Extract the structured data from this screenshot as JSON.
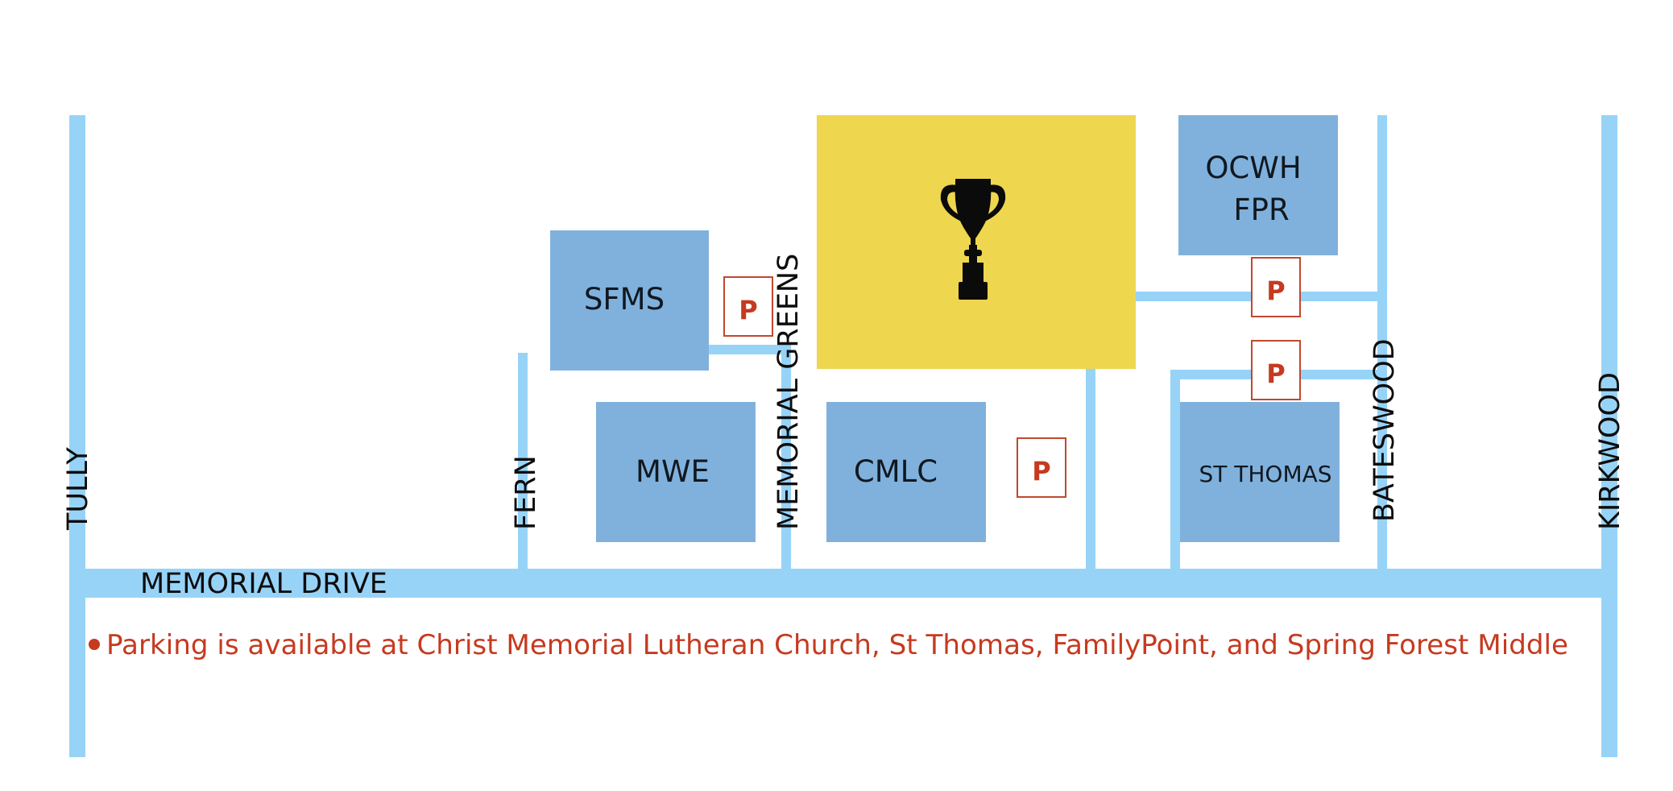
{
  "colors": {
    "road": "#97d3f7",
    "building": "#80b1dc",
    "venue": "#eed64f",
    "parking": "#c63a1f",
    "text": "#101820",
    "note": "#c63a1f"
  },
  "streets": {
    "tully": "TULLY",
    "fern": "FERN",
    "memorial_greens": "MEMORIAL GREENS",
    "bateswood": "BATESWOOD",
    "kirkwood": "KIRKWOOD",
    "memorial_drive": "MEMORIAL DRIVE"
  },
  "buildings": {
    "sfms": "SFMS",
    "mwe": "MWE",
    "cmlc": "CMLC",
    "ocwh": "OCWH",
    "fpr": "FPR",
    "st_thomas": "ST THOMAS"
  },
  "venue": {
    "icon": "trophy-icon"
  },
  "parking": {
    "label": "P",
    "icon": "parking-icon"
  },
  "note": {
    "text": "Parking is available at Christ Memorial Lutheran Church, St Thomas, FamilyPoint, and Spring Forest Middle"
  }
}
